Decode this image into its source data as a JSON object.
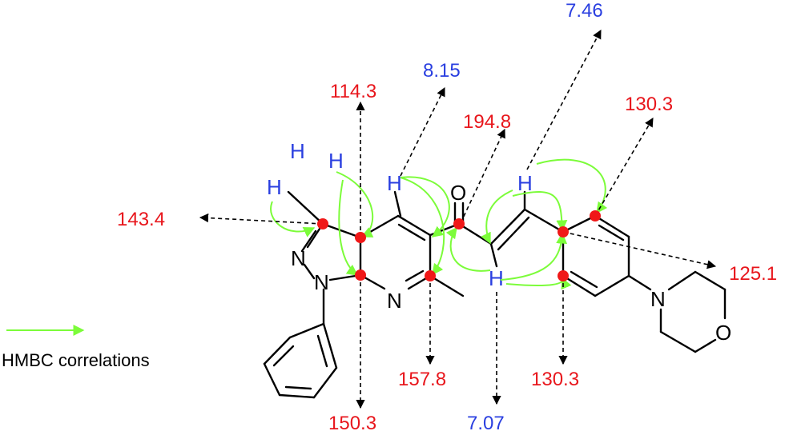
{
  "colors": {
    "carbon_shift": "#e8161c",
    "proton_shift": "#2a3fe0",
    "hmbc_arrow": "#7cfc3a",
    "atom_dot": "#f01818",
    "bond": "#000000"
  },
  "legend": {
    "label": "HMBC correlations"
  },
  "atoms": {
    "N": "N",
    "O": "O",
    "H": "H"
  },
  "shifts": {
    "s114_3": "114.3",
    "s8_15": "8.15",
    "s194_8": "194.8",
    "s7_46": "7.46",
    "s130_3_top": "130.3",
    "s143_4": "143.4",
    "s125_1": "125.1",
    "s157_8": "157.8",
    "s130_3_bottom": "130.3",
    "s150_3": "150.3",
    "s7_07": "7.07"
  }
}
